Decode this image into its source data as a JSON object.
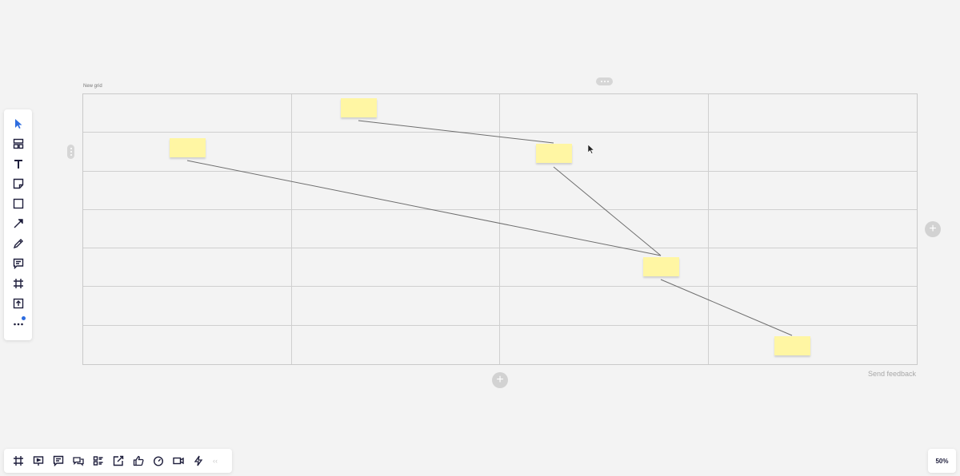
{
  "grid": {
    "label": "New grid",
    "rows": 7,
    "columns": 4,
    "add_column_label": "+",
    "add_row_label": "+"
  },
  "board": {
    "send_feedback": "Send feedback",
    "zoom_level": "50%"
  },
  "left_toolbar": {
    "tools": [
      {
        "name": "select-tool",
        "icon": "pointer-icon",
        "active": true
      },
      {
        "name": "templates-tool",
        "icon": "templates-icon"
      },
      {
        "name": "text-tool",
        "icon": "text-icon",
        "glyph": "T"
      },
      {
        "name": "sticky-note-tool",
        "icon": "sticky-note-icon"
      },
      {
        "name": "shape-tool",
        "icon": "square-icon"
      },
      {
        "name": "connection-line-tool",
        "icon": "arrow-icon"
      },
      {
        "name": "pen-tool",
        "icon": "pen-icon"
      },
      {
        "name": "comment-tool",
        "icon": "comment-icon"
      },
      {
        "name": "frame-tool",
        "icon": "frame-icon"
      },
      {
        "name": "upload-tool",
        "icon": "upload-icon"
      },
      {
        "name": "more-tools",
        "icon": "more-icon",
        "badge": true
      }
    ]
  },
  "bottom_toolbar": {
    "tools": [
      {
        "name": "frames-button",
        "icon": "frame-icon"
      },
      {
        "name": "presentation-button",
        "icon": "presentation-icon"
      },
      {
        "name": "comments-button",
        "icon": "comment-icon"
      },
      {
        "name": "chat-button",
        "icon": "chat-icon"
      },
      {
        "name": "cards-button",
        "icon": "cards-icon"
      },
      {
        "name": "share-screen-button",
        "icon": "share-icon"
      },
      {
        "name": "voting-button",
        "icon": "thumbs-up-icon"
      },
      {
        "name": "timer-button",
        "icon": "timer-icon"
      },
      {
        "name": "video-chat-button",
        "icon": "video-icon"
      },
      {
        "name": "apps-button",
        "icon": "lightning-icon"
      }
    ],
    "collapse_label": "‹‹"
  },
  "colors": {
    "sticky": "#fff6a3",
    "accent": "#2d6cdf",
    "icon": "#1d1d3b"
  }
}
